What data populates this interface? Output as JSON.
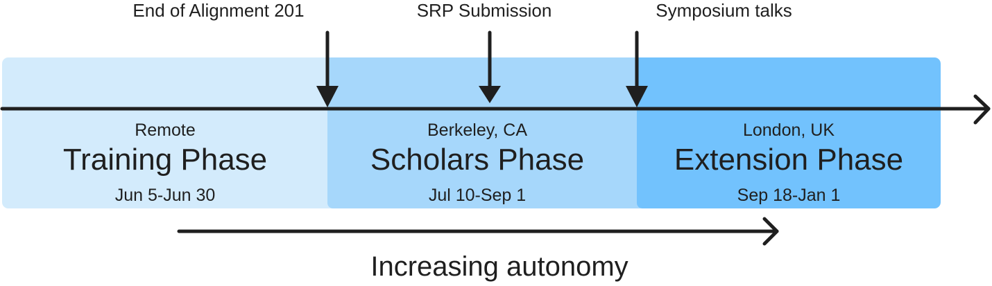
{
  "milestones": [
    {
      "label": "End of Alignment 201"
    },
    {
      "label": "SRP Submission"
    },
    {
      "label": "Symposium talks"
    }
  ],
  "phases": [
    {
      "location": "Remote",
      "name": "Training Phase",
      "dates": "Jun 5-Jun 30",
      "color": "#d3ebfc"
    },
    {
      "location": "Berkeley, CA",
      "name": "Scholars Phase",
      "dates": "Jul 10-Sep 1",
      "color": "#a6d7fb"
    },
    {
      "location": "London, UK",
      "name": "Extension Phase",
      "dates": "Sep 18-Jan 1",
      "color": "#72c2fd"
    }
  ],
  "autonomy_label": "Increasing autonomy",
  "colors": {
    "ink": "#1f1f1f"
  }
}
